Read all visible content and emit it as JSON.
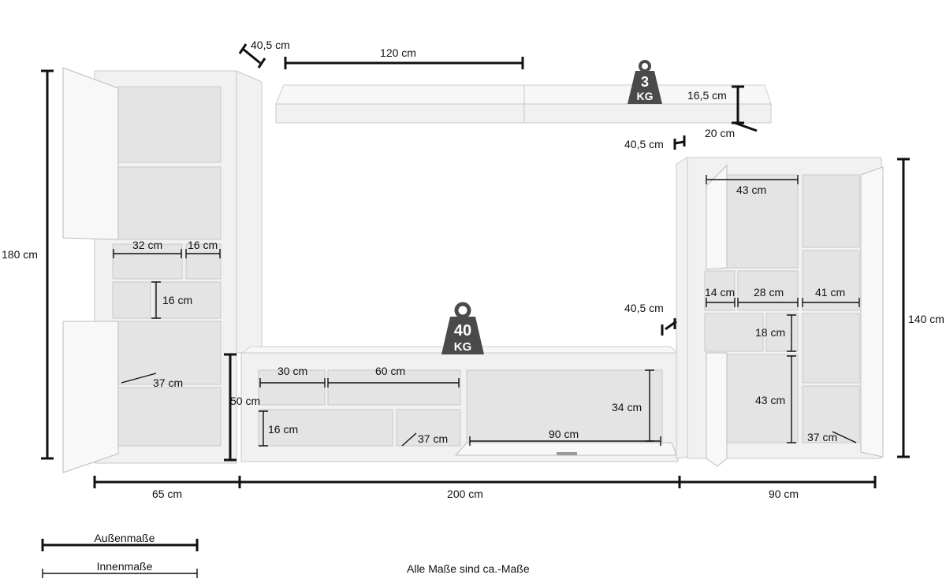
{
  "dimensions": {
    "left_cabinet_height": "180 cm",
    "left_cabinet_depth": "40,5 cm",
    "left_cabinet_width": "65 cm",
    "left_inner_32": "32 cm",
    "left_inner_16_width": "16 cm",
    "left_inner_16_height": "16 cm",
    "left_inner_37": "37 cm",
    "left_inner_50": "50 cm",
    "shelf_width": "120 cm",
    "shelf_height": "16,5 cm",
    "shelf_depth": "20 cm",
    "shelf_load": "3",
    "shelf_load_unit": "KG",
    "right_cabinet_depth": "40,5 cm",
    "tv_depth": "40,5 cm",
    "tv_load": "40",
    "tv_load_unit": "KG",
    "tv_inner_30": "30 cm",
    "tv_inner_60": "60 cm",
    "tv_inner_34": "34 cm",
    "tv_inner_16": "16 cm",
    "tv_inner_37": "37 cm",
    "tv_inner_90": "90 cm",
    "tv_width": "200 cm",
    "right_inner_43_width": "43 cm",
    "right_inner_14": "14 cm",
    "right_inner_28": "28 cm",
    "right_inner_41": "41 cm",
    "right_inner_18": "18 cm",
    "right_inner_43_height": "43 cm",
    "right_inner_37": "37 cm",
    "right_cabinet_height": "140 cm",
    "right_cabinet_width": "90 cm"
  },
  "legend": {
    "outer": "Außenmaße",
    "inner": "Innenmaße"
  },
  "note": "Alle Maße sind ca.-Maße"
}
